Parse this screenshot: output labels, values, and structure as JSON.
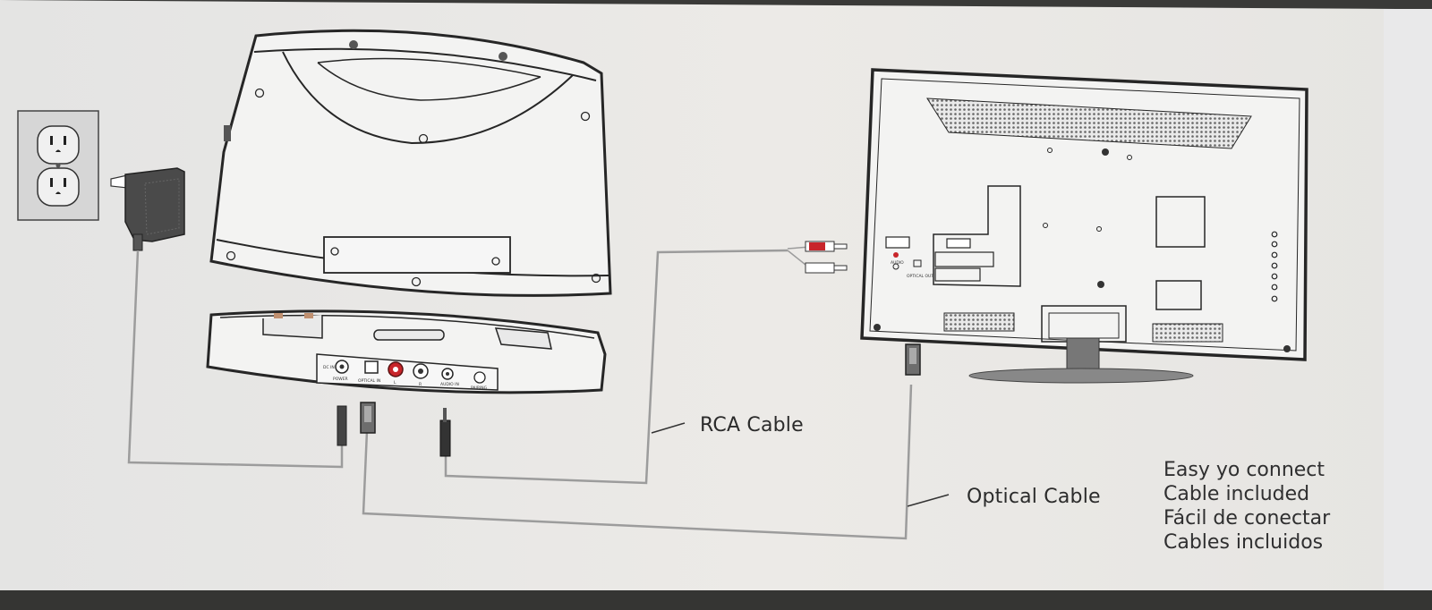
{
  "labels": {
    "rca_cable": "RCA Cable",
    "optical_cable": "Optical Cable"
  },
  "tagline": {
    "line1": "Easy yo connect",
    "line2": "Cable included",
    "line3": "Fácil de conectar",
    "line4": "Cables incluidos"
  },
  "ports": {
    "dc_in": "DC IN",
    "power": "POWER",
    "optical_in": "OPTICAL IN",
    "left": "L",
    "right": "R",
    "audio_in": "AUDIO IN",
    "pairing": "PAIRING"
  },
  "tv_ports": {
    "audio": "AUDIO",
    "optical_out": "OPTICAL OUT"
  },
  "colors": {
    "box_background": "#eae9e7",
    "line_art": "#2a2a2a",
    "cable_gray": "#9c9c9c",
    "rca_red": "#c8252a",
    "surface_shadow": "#3a3a38"
  }
}
